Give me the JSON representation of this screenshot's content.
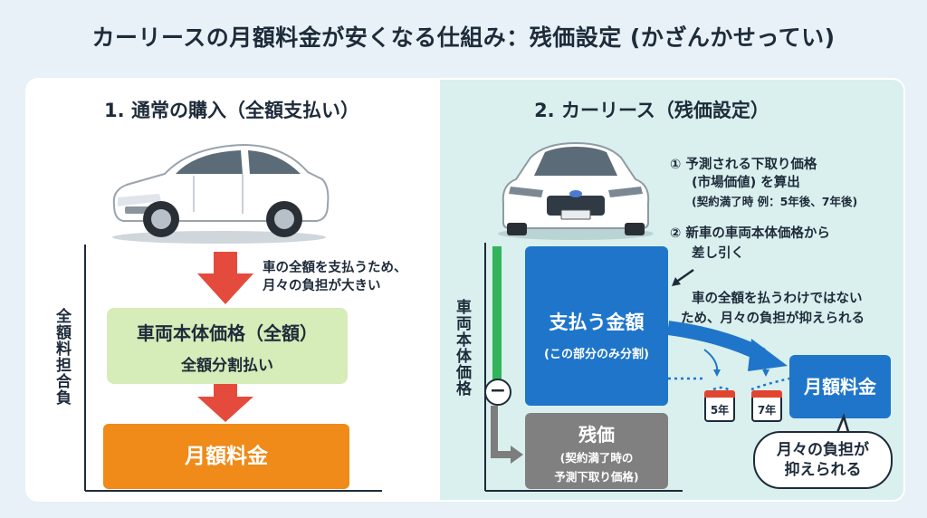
{
  "title": "カーリースの月額料金が安くなる仕組み：残価設定 (かざんかせってい)",
  "left": {
    "heading": "1. 通常の購入（全額支払い）",
    "note_line1": "車の全額を支払うため、",
    "note_line2": "月々の負担が大きい",
    "axis_label": "全額料担合負",
    "box_price_line1": "車両本体価格（全額）",
    "box_price_line2": "全額分割払い",
    "box_monthly": "月額料金"
  },
  "right": {
    "heading": "2. カーリース（残価設定）",
    "step1_line1": "① 予測される下取り価格",
    "step1_line2": "(市場価値) を算出",
    "step1_line3": "(契約満了時  例：5年後、7年後)",
    "step2_line1": "② 新車の車両本体価格から",
    "step2_line2": "差し引く",
    "note_line1": "車の全額を払うわけではない",
    "note_line2": "ため、月々の負担が抑えられる",
    "axis_label": "車両本体価格",
    "minus_sign": "−",
    "pay_line1": "支払う金額",
    "pay_line2": "(この部分のみ分割)",
    "residual_line1": "残価",
    "residual_line2": "(契約満了時の",
    "residual_line3": "予測下取り価格)",
    "cal_5": "5年",
    "cal_7": "7年",
    "monthly": "月額料金",
    "bubble_line1": "月々の負担が",
    "bubble_line2": "抑えられる"
  },
  "colors": {
    "arrow_red": "#e54b3c",
    "green_box": "#d6ecb9",
    "orange": "#f08a18",
    "blue": "#1f75c9",
    "gray": "#808080",
    "green_bar": "#33b35a"
  }
}
